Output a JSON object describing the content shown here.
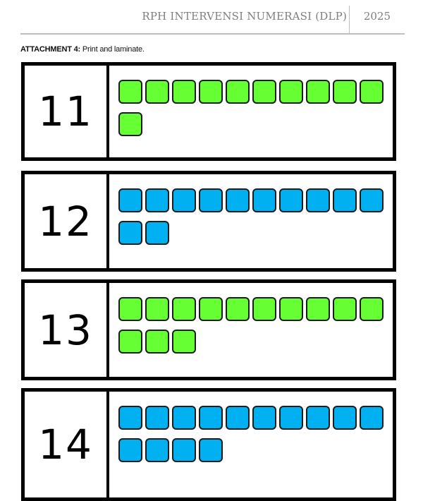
{
  "header": {
    "title": "RPH INTERVENSI NUMERASI (DLP)",
    "year": "2025"
  },
  "attachment": {
    "label": "ATTACHMENT 4:",
    "text": " Print and laminate."
  },
  "colors": {
    "green": "#66ff33",
    "blue": "#00b0f0"
  },
  "cards": [
    {
      "number": "11",
      "count": 11,
      "color": "green"
    },
    {
      "number": "12",
      "count": 12,
      "color": "blue"
    },
    {
      "number": "13",
      "count": 13,
      "color": "green"
    },
    {
      "number": "14",
      "count": 14,
      "color": "blue"
    }
  ]
}
